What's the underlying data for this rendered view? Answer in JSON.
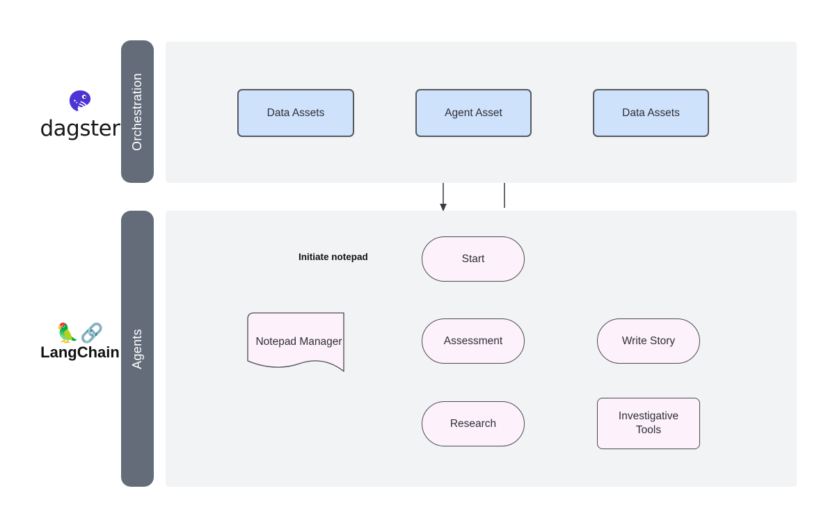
{
  "diagram": {
    "title": "Dagster orchestration with LangChain agents flowchart",
    "background": "#ffffff",
    "panel_color": "#f1f3f4",
    "lane_tab_color": "#646c7a",
    "asset_fill": "#cfe2fb",
    "asset_stroke": "#55585f",
    "agent_fill": "#fdf1fb",
    "agent_stroke": "#4a4a52",
    "edge_color": "#45474f"
  },
  "brands": [
    {
      "id": "dagster",
      "name": "dagster",
      "icon": "dagster-whale-logo",
      "color": "#4b33d6"
    },
    {
      "id": "langchain",
      "name": "LangChain",
      "icon": "parrot-and-chain-emoji",
      "emoji": "🦜🔗",
      "color": "#111111"
    }
  ],
  "lanes": [
    {
      "id": "orchestration",
      "label": "Orchestration"
    },
    {
      "id": "agents",
      "label": "Agents"
    }
  ],
  "nodes": [
    {
      "id": "data-assets-1",
      "label": "Data Assets",
      "lane": "orchestration",
      "shape": "asset-rect"
    },
    {
      "id": "agent-asset",
      "label": "Agent Asset",
      "lane": "orchestration",
      "shape": "asset-rect"
    },
    {
      "id": "data-assets-2",
      "label": "Data Assets",
      "lane": "orchestration",
      "shape": "asset-rect"
    },
    {
      "id": "start",
      "label": "Start",
      "lane": "agents",
      "shape": "stadium"
    },
    {
      "id": "notepad",
      "label": "Notepad Manager",
      "lane": "agents",
      "shape": "document"
    },
    {
      "id": "assessment",
      "label": "Assessment",
      "lane": "agents",
      "shape": "stadium"
    },
    {
      "id": "write-story",
      "label": "Write Story",
      "lane": "agents",
      "shape": "stadium"
    },
    {
      "id": "research",
      "label": "Research",
      "lane": "agents",
      "shape": "stadium"
    },
    {
      "id": "tools",
      "label": "Investigative Tools",
      "lane": "agents",
      "shape": "rounded-rect",
      "label_lines": [
        "Investigative",
        "Tools"
      ]
    }
  ],
  "edges": [
    {
      "from": "data-assets-1",
      "to": "agent-asset",
      "label": "",
      "direction": "forward"
    },
    {
      "from": "agent-asset",
      "to": "data-assets-2",
      "label": "",
      "direction": "forward"
    },
    {
      "from": "agent-asset",
      "to": "start",
      "label": "",
      "direction": "forward"
    },
    {
      "from": "research",
      "to": "agent-asset",
      "label": "",
      "direction": "forward"
    },
    {
      "from": "start",
      "to": "notepad",
      "label": "Initiate notepad",
      "direction": "forward"
    },
    {
      "from": "start",
      "to": "assessment",
      "label": "",
      "direction": "forward"
    },
    {
      "from": "notepad",
      "to": "assessment",
      "label": "",
      "direction": "both"
    },
    {
      "from": "assessment",
      "to": "write-story",
      "label": "",
      "direction": "forward"
    },
    {
      "from": "assessment",
      "to": "research",
      "label": "",
      "direction": "forward"
    },
    {
      "from": "research",
      "to": "tools",
      "label": "",
      "direction": "both"
    },
    {
      "from": "research",
      "to": "notepad",
      "label": "",
      "direction": "forward"
    }
  ],
  "edge_labels": {
    "initiate_notepad": "Initiate notepad"
  }
}
